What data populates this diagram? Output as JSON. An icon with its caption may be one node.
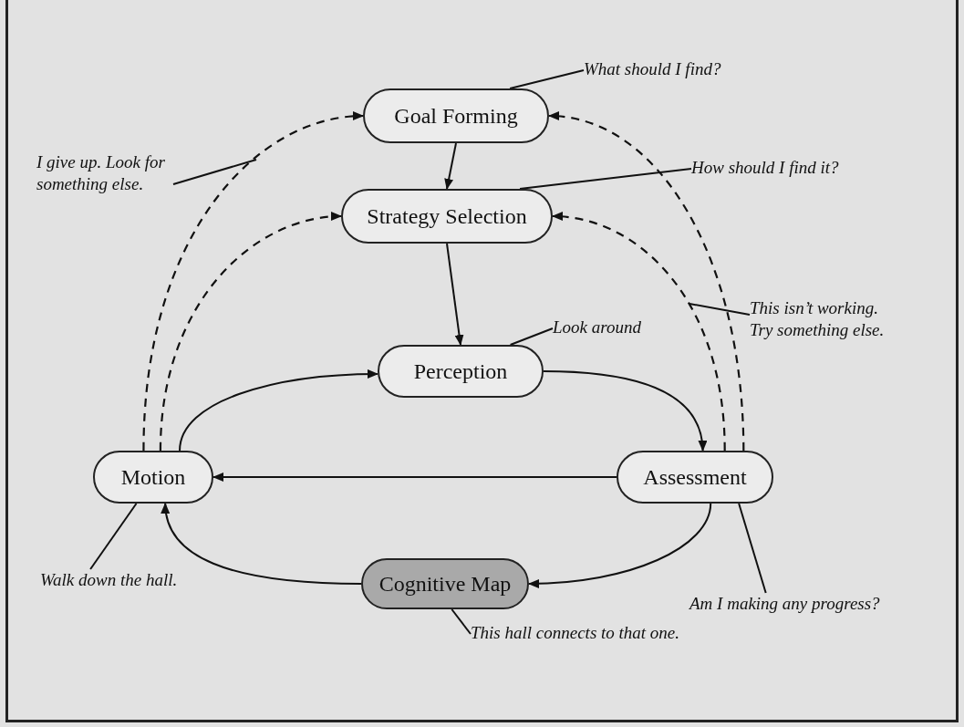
{
  "diagram": {
    "nodes": [
      {
        "text": [
          "Goal Forming"
        ]
      },
      {
        "text": [
          "Strategy Selection"
        ]
      },
      {
        "text": [
          "Perception"
        ]
      },
      {
        "text": [
          "Motion"
        ]
      },
      {
        "text": [
          "Assessment"
        ]
      },
      {
        "text": [
          "Cognitive Map"
        ]
      },
      {
        "text": [
          "What should I find?"
        ]
      },
      {
        "text": [
          "I give up. Look for something else."
        ]
      },
      {
        "text": [
          "How should I find it?"
        ]
      },
      {
        "text": [
          "This isn’t working. Try something else."
        ]
      },
      {
        "text": [
          "Look around"
        ]
      },
      {
        "text": [
          "Walk down the hall."
        ]
      },
      {
        "text": [
          "Am I making any progress?"
        ]
      },
      {
        "text": [
          "This hall connects to that one."
        ]
      }
    ],
    "edges": [
      {
        "from": 0,
        "to": 1,
        "arrow": "to"
      },
      {
        "from": 1,
        "to": 2,
        "arrow": "to"
      },
      {
        "from": 2,
        "to": 4,
        "arrow": "to"
      },
      {
        "from": 4,
        "to": 3,
        "arrow": "to"
      },
      {
        "from": 3,
        "to": 2,
        "arrow": "to"
      },
      {
        "from": 4,
        "to": 5,
        "arrow": "to"
      },
      {
        "from": 5,
        "to": 3,
        "arrow": "to"
      },
      {
        "from": 3,
        "to": 0,
        "arrow": "to",
        "style": "dashed"
      },
      {
        "from": 3,
        "to": 1,
        "arrow": "to",
        "style": "dashed"
      },
      {
        "from": 4,
        "to": 0,
        "arrow": "to",
        "style": "dashed"
      },
      {
        "from": 4,
        "to": 1,
        "arrow": "to",
        "style": "dashed"
      },
      {
        "from": 6,
        "to": 0,
        "arrow": "none"
      },
      {
        "from": 7,
        "to": null,
        "arrow": "none"
      },
      {
        "from": 8,
        "to": 1,
        "arrow": "none"
      },
      {
        "from": 9,
        "to": null,
        "arrow": "none"
      },
      {
        "from": 10,
        "to": 2,
        "arrow": "none"
      },
      {
        "from": 11,
        "to": 3,
        "arrow": "none"
      },
      {
        "from": 12,
        "to": 4,
        "arrow": "none"
      },
      {
        "from": 13,
        "to": 5,
        "arrow": "none"
      }
    ]
  }
}
